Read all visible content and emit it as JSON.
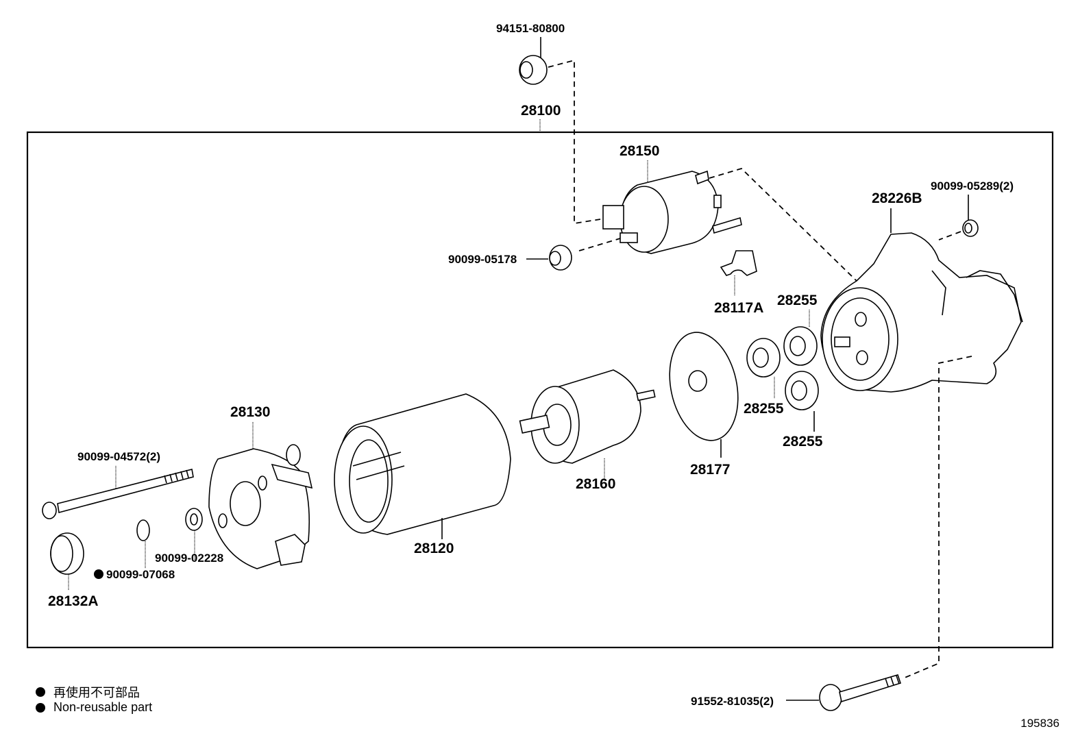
{
  "diagram": {
    "title": "Starter assembly parts diagram",
    "assembly_label": "28100",
    "figure_number": "195836",
    "parts": {
      "nut_top": "94151-80800",
      "assembly": "28100",
      "solenoid": "28150",
      "nut_solenoid": "90099-05178",
      "housing": "28226B",
      "nut_housing": "90099-05289(2)",
      "lever": "28117A",
      "gear_top": "28255",
      "gear_mid": "28255",
      "gear_bottom": "28255",
      "plate": "28177",
      "armature": "28160",
      "yoke": "28120",
      "end_frame": "28130",
      "through_bolt": "90099-04572(2)",
      "washer": "90099-02228",
      "clip": "90099-07068",
      "cap": "28132A",
      "mount_bolt": "91552-81035(2)"
    },
    "non_reusable_parts": [
      "90099-07068"
    ],
    "legend": {
      "jp": "再使用不可部品",
      "en": "Non-reusable part"
    }
  }
}
